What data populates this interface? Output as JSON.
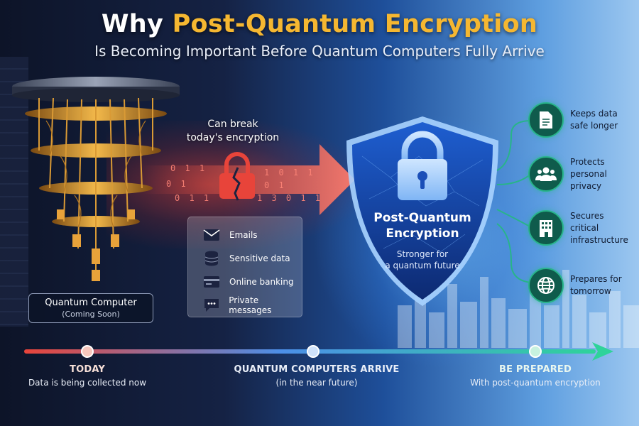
{
  "title": {
    "part1": "Why ",
    "accent": "Post-Quantum Encryption",
    "subtitle": "Is Becoming Important Before Quantum Computers Fully Arrive"
  },
  "quantum_computer": {
    "label": "Quantum Computer",
    "status": "(Coming Soon)"
  },
  "threat": {
    "text_line1": "Can break",
    "text_line2": "today's encryption",
    "binary_rows": [
      "0 1 1",
      "0 1",
      "0 1 1",
      "1 0 1 1",
      "0 1",
      "1 3 0 1 1"
    ]
  },
  "data_types": [
    {
      "label": "Emails",
      "icon": "envelope-icon"
    },
    {
      "label": "Sensitive data",
      "icon": "database-icon"
    },
    {
      "label": "Online banking",
      "icon": "credit-card-icon"
    },
    {
      "label": "Private messages",
      "icon": "chat-bubble-icon"
    }
  ],
  "shield": {
    "title_line1": "Post-Quantum",
    "title_line2": "Encryption",
    "sub_line1": "Stronger for",
    "sub_line2": "a quantum future"
  },
  "benefits": [
    {
      "line1": "Keeps data",
      "line2": "safe longer",
      "icon": "document-icon"
    },
    {
      "line1": "Protects",
      "line2": "personal privacy",
      "icon": "people-icon"
    },
    {
      "line1": "Secures critical",
      "line2": "infrastructure",
      "icon": "building-icon"
    },
    {
      "line1": "Prepares for",
      "line2": "tomorrow",
      "icon": "globe-icon"
    }
  ],
  "timeline": [
    {
      "label": "TODAY",
      "sub": "Data is being collected now",
      "color": "#f0d4c8"
    },
    {
      "label": "QUANTUM COMPUTERS ARRIVE",
      "sub": "(in the near future)",
      "color": "#e9eef8"
    },
    {
      "label": "BE PREPARED",
      "sub": "With post-quantum encryption",
      "color": "#e9f7ef"
    }
  ],
  "colors": {
    "accent": "#f5b731",
    "threat_red": "#e8443a",
    "shield_blue": "#1b4fb8",
    "benefit_green": "#28b48a"
  }
}
